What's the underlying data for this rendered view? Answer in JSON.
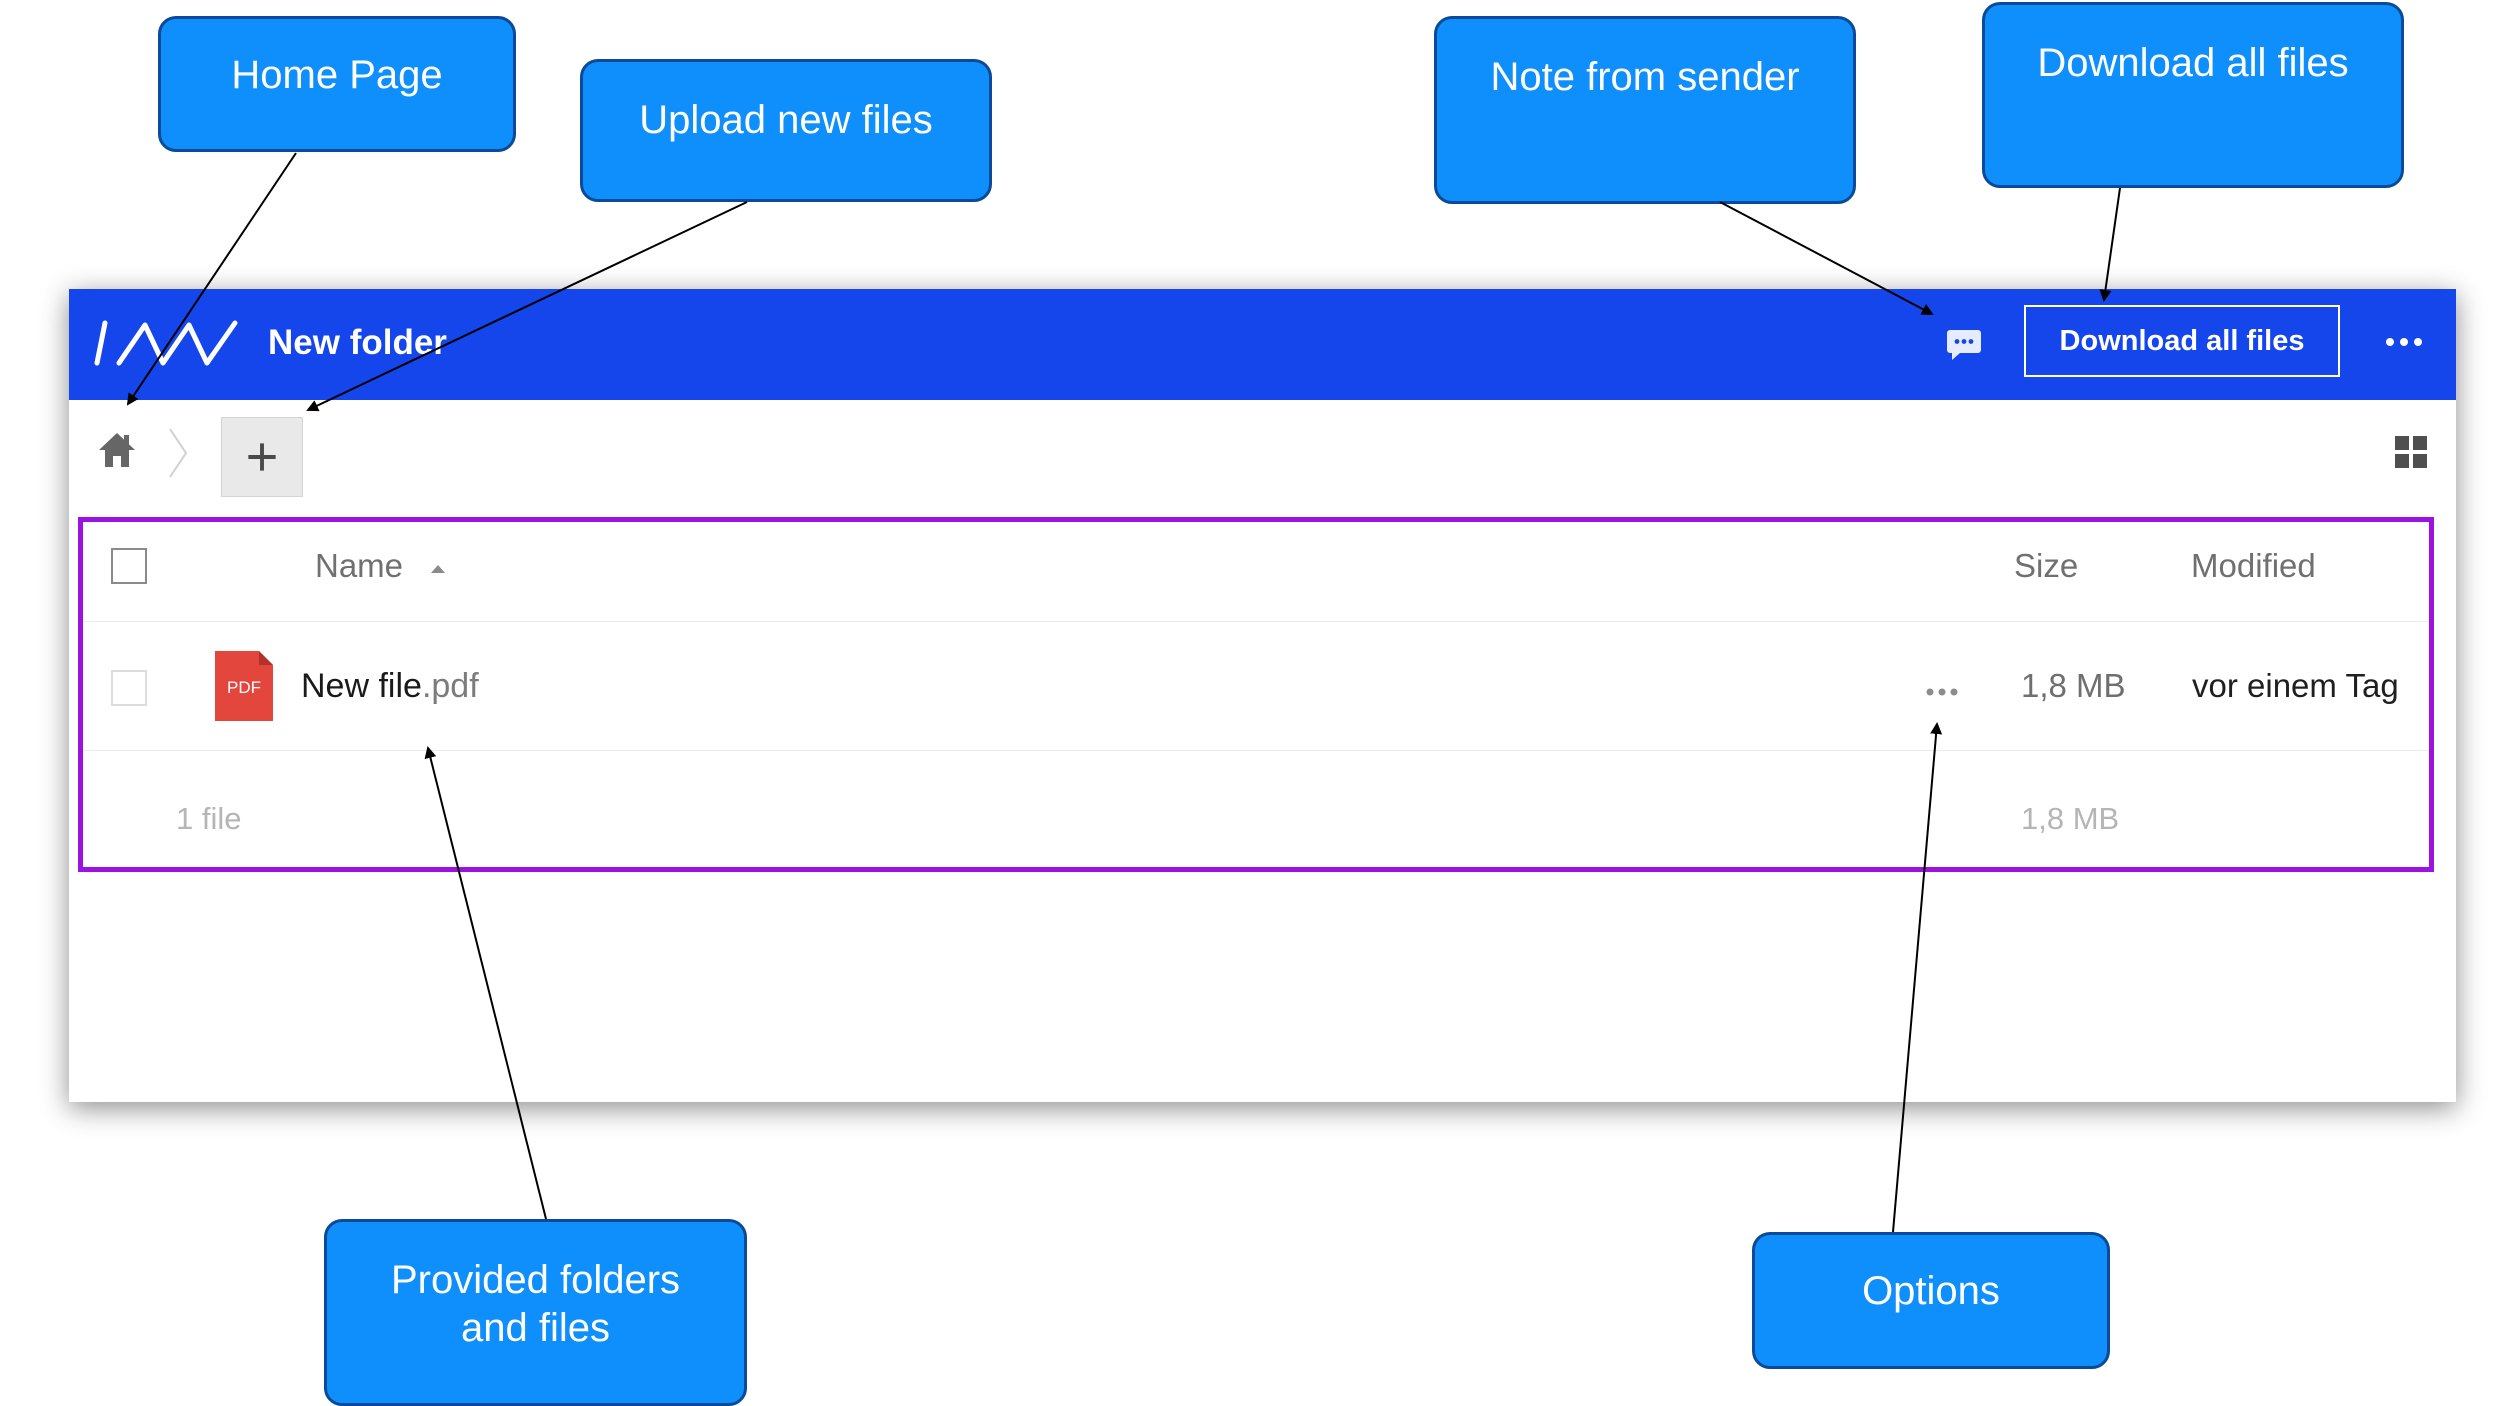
{
  "annotations": {
    "home_page": "Home Page",
    "upload_new_files": "Upload new files",
    "note_from_sender": "Note from sender",
    "download_all_files": "Download all files",
    "provided_folders_line1": "Provided folders",
    "provided_folders_line2": "and files",
    "options": "Options"
  },
  "header": {
    "folder_title": "New folder",
    "download_all_label": "Download all files",
    "logo_icon": "wave-logo-icon",
    "note_icon": "chat-bubble-icon",
    "more_icon": "more-horizontal-icon",
    "background_color": "#1446ec"
  },
  "toolbar": {
    "home_icon": "home-icon",
    "separator_icon": "chevron-right-icon",
    "add_icon": "plus-icon",
    "view_icon": "grid-view-icon"
  },
  "file_list": {
    "columns": {
      "name": "Name",
      "size": "Size",
      "modified": "Modified"
    },
    "sort": "name-ascending",
    "rows": [
      {
        "name_base": "New file",
        "name_ext": ".pdf",
        "type_badge": "PDF",
        "size": "1,8 MB",
        "modified": "vor einem Tag"
      }
    ],
    "footer": {
      "count": "1 file",
      "total_size": "1,8 MB"
    }
  },
  "colors": {
    "callout_fill": "#0e8ffb",
    "callout_border": "#0b4a98",
    "highlight": "#9c12e0",
    "pdf_red": "#e2463c"
  }
}
